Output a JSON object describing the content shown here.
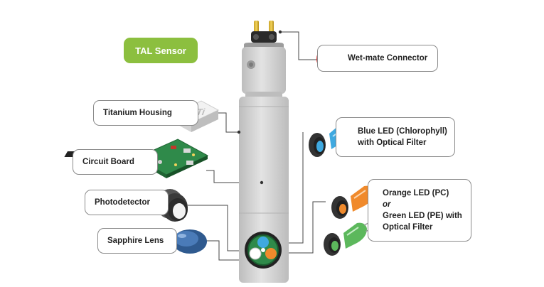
{
  "title": "TAL Sensor",
  "labels": {
    "wet_mate": "Wet-mate Connector",
    "titanium": "Titanium Housing",
    "circuit": "Circuit Board",
    "photodetector": "Photodetector",
    "sapphire": "Sapphire Lens",
    "blue_led_line1": "Blue LED (Chlorophyll)",
    "blue_led_line2": "with Optical Filter",
    "orange_line1": "Orange LED (PC)",
    "orange_or": "or",
    "orange_line2": "Green LED (PE) with",
    "orange_line3": "Optical Filter"
  },
  "chip_text": "Ti",
  "colors": {
    "title_badge": "#8cbf3f",
    "housing": "#d6d6d6",
    "border": "#8a8a8a",
    "blue_led": "#3fa9e0",
    "orange_led": "#f08a2c",
    "green_led": "#5cb85c",
    "pcb": "#2f8a4a",
    "sapphire": "#3f6fa8",
    "prohibit": "#e03030"
  },
  "icons": [
    "no-water-icon",
    "titanium-chip-icon",
    "circuit-board-icon",
    "photodetector-icon",
    "sapphire-lens-icon",
    "blue-led-icon",
    "orange-led-icon",
    "green-led-icon",
    "sensor-body"
  ]
}
